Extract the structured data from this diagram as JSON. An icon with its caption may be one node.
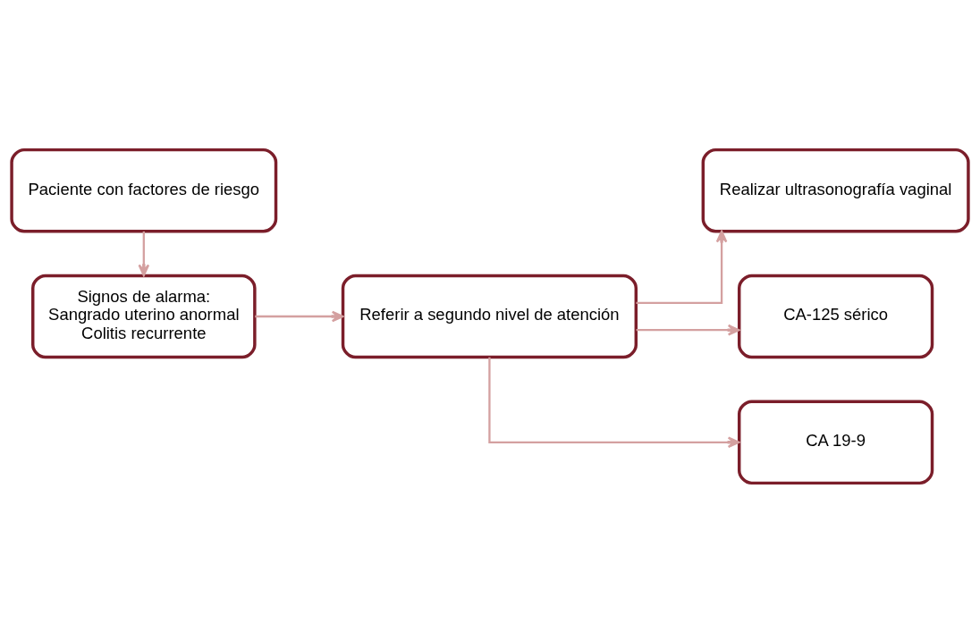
{
  "diagram": {
    "nodes": [
      {
        "text": [
          "Paciente con factores de riesgo"
        ]
      },
      {
        "text": [
          "Signos de alarma:",
          "Sangrado uterino anormal",
          "Colitis recurrente"
        ]
      },
      {
        "text": [
          "Referir a segundo nivel de atención"
        ]
      },
      {
        "text": [
          "Realizar ultrasonografía vaginal"
        ]
      },
      {
        "text": [
          "CA-125 sérico"
        ]
      },
      {
        "text": [
          "CA 19-9"
        ]
      }
    ],
    "edges": [
      {
        "from": 0,
        "to": 1,
        "arrow": "to"
      },
      {
        "from": 1,
        "to": 2,
        "arrow": "to"
      },
      {
        "from": 2,
        "to": 3,
        "arrow": "to"
      },
      {
        "from": 2,
        "to": 4,
        "arrow": "to"
      },
      {
        "from": 2,
        "to": 5,
        "arrow": "to"
      }
    ]
  }
}
